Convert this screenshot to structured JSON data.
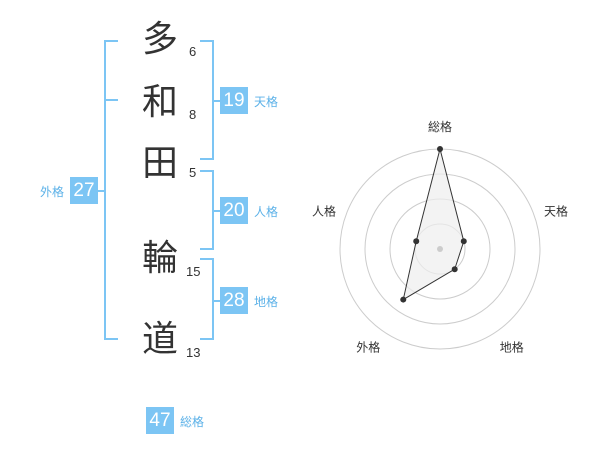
{
  "name": {
    "chars": [
      {
        "char": "多",
        "strokes": "6"
      },
      {
        "char": "和",
        "strokes": "8"
      },
      {
        "char": "田",
        "strokes": "5"
      },
      {
        "char": "輪",
        "strokes": "15"
      },
      {
        "char": "道",
        "strokes": "13"
      }
    ]
  },
  "kakusu": {
    "tenkaku": {
      "value": "19",
      "label": "天格"
    },
    "jinkaku": {
      "value": "20",
      "label": "人格"
    },
    "chikaku": {
      "value": "28",
      "label": "地格"
    },
    "gaikaku": {
      "value": "27",
      "label": "外格"
    },
    "soukaku": {
      "value": "47",
      "label": "総格"
    }
  },
  "colors": {
    "accent": "#7cc5f4",
    "label": "#5bb1e8",
    "text": "#333333",
    "radar_ring": "#cccccc",
    "radar_fill": "#eeeeee",
    "radar_line": "#333333"
  },
  "chart_data": {
    "type": "radar",
    "axes": [
      "総格",
      "天格",
      "地格",
      "外格",
      "人格"
    ],
    "values": [
      4,
      1,
      1,
      2.5,
      1
    ],
    "range": [
      0,
      4
    ],
    "rings": 4
  }
}
